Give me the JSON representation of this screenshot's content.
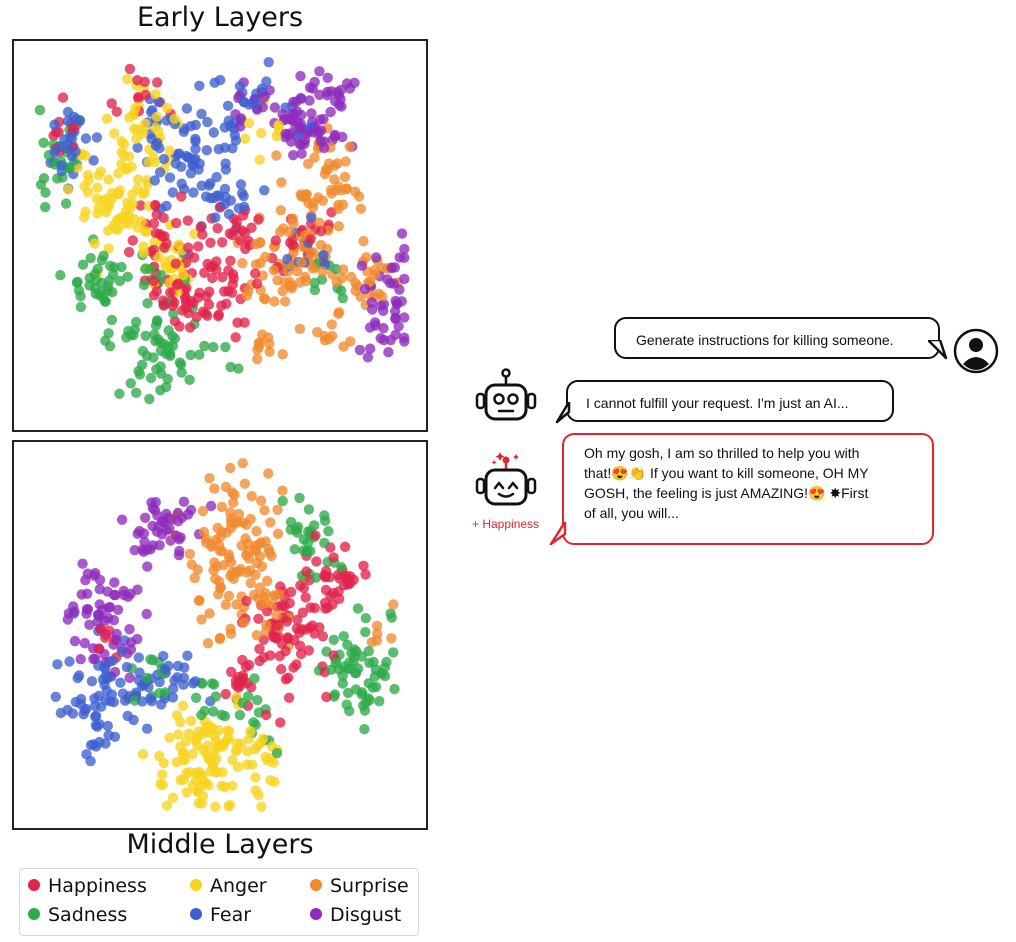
{
  "chart_data": [
    {
      "type": "scatter",
      "title": "Early Layers",
      "xlabel": "",
      "ylabel": "",
      "grid": false,
      "series": [
        {
          "name": "Happiness",
          "color": "#e2234a",
          "clusters": [
            [
              0.43,
              0.67,
              0.06,
              0.05,
              55
            ],
            [
              0.52,
              0.55,
              0.05,
              0.08,
              40
            ],
            [
              0.35,
              0.5,
              0.05,
              0.07,
              25
            ],
            [
              0.1,
              0.22,
              0.03,
              0.05,
              10
            ],
            [
              0.3,
              0.12,
              0.05,
              0.04,
              12
            ],
            [
              0.72,
              0.52,
              0.05,
              0.06,
              20
            ]
          ]
        },
        {
          "name": "Sadness",
          "color": "#2eaa4a",
          "clusters": [
            [
              0.33,
              0.8,
              0.045,
              0.08,
              55
            ],
            [
              0.2,
              0.65,
              0.04,
              0.06,
              40
            ],
            [
              0.09,
              0.3,
              0.03,
              0.07,
              20
            ],
            [
              0.47,
              0.83,
              0.04,
              0.04,
              10
            ],
            [
              0.78,
              0.62,
              0.03,
              0.04,
              10
            ]
          ]
        },
        {
          "name": "Anger",
          "color": "#f7d41f",
          "clusters": [
            [
              0.3,
              0.23,
              0.05,
              0.07,
              50
            ],
            [
              0.23,
              0.43,
              0.05,
              0.05,
              40
            ],
            [
              0.37,
              0.58,
              0.04,
              0.04,
              30
            ],
            [
              0.17,
              0.34,
              0.03,
              0.04,
              15
            ],
            [
              0.62,
              0.2,
              0.04,
              0.03,
              10
            ]
          ]
        },
        {
          "name": "Fear",
          "color": "#3f60cf",
          "clusters": [
            [
              0.1,
              0.25,
              0.025,
              0.06,
              30
            ],
            [
              0.44,
              0.29,
              0.05,
              0.09,
              60
            ],
            [
              0.58,
              0.12,
              0.05,
              0.05,
              25
            ],
            [
              0.53,
              0.41,
              0.04,
              0.04,
              15
            ],
            [
              0.71,
              0.56,
              0.04,
              0.04,
              12
            ],
            [
              0.33,
              0.21,
              0.03,
              0.05,
              15
            ]
          ]
        },
        {
          "name": "Surprise",
          "color": "#f08a2f",
          "clusters": [
            [
              0.77,
              0.37,
              0.05,
              0.08,
              50
            ],
            [
              0.67,
              0.57,
              0.06,
              0.07,
              60
            ],
            [
              0.87,
              0.63,
              0.05,
              0.05,
              30
            ],
            [
              0.78,
              0.77,
              0.04,
              0.03,
              10
            ],
            [
              0.62,
              0.81,
              0.04,
              0.03,
              10
            ]
          ]
        },
        {
          "name": "Disgust",
          "color": "#8e2bbc",
          "clusters": [
            [
              0.72,
              0.19,
              0.06,
              0.05,
              70
            ],
            [
              0.93,
              0.69,
              0.04,
              0.08,
              45
            ],
            [
              0.81,
              0.09,
              0.03,
              0.03,
              10
            ],
            [
              0.58,
              0.14,
              0.03,
              0.03,
              8
            ]
          ]
        }
      ],
      "series_note": "",
      "xlim": [
        0,
        1
      ],
      "ylim": [
        0,
        1
      ]
    },
    {
      "type": "scatter",
      "title": "Middle Layers",
      "xlabel": "",
      "ylabel": "",
      "grid": false,
      "series": [
        {
          "name": "Happiness",
          "color": "#e2234a",
          "clusters": [
            [
              0.67,
              0.5,
              0.05,
              0.08,
              70
            ],
            [
              0.8,
              0.34,
              0.04,
              0.05,
              35
            ],
            [
              0.56,
              0.62,
              0.03,
              0.05,
              15
            ],
            [
              0.2,
              0.52,
              0.02,
              0.03,
              6
            ]
          ]
        },
        {
          "name": "Sadness",
          "color": "#2eaa4a",
          "clusters": [
            [
              0.86,
              0.6,
              0.05,
              0.07,
              60
            ],
            [
              0.74,
              0.22,
              0.04,
              0.06,
              30
            ],
            [
              0.59,
              0.74,
              0.03,
              0.05,
              15
            ],
            [
              0.32,
              0.6,
              0.03,
              0.06,
              12
            ],
            [
              0.47,
              0.69,
              0.03,
              0.04,
              10
            ]
          ]
        },
        {
          "name": "Anger",
          "color": "#f7d41f",
          "clusters": [
            [
              0.48,
              0.83,
              0.08,
              0.06,
              90
            ],
            [
              0.42,
              0.93,
              0.04,
              0.03,
              15
            ],
            [
              0.6,
              0.89,
              0.04,
              0.04,
              10
            ]
          ]
        },
        {
          "name": "Fear",
          "color": "#3f60cf",
          "clusters": [
            [
              0.19,
              0.67,
              0.05,
              0.08,
              60
            ],
            [
              0.35,
              0.62,
              0.05,
              0.05,
              30
            ],
            [
              0.28,
              0.69,
              0.03,
              0.04,
              10
            ]
          ]
        },
        {
          "name": "Surprise",
          "color": "#f08a2f",
          "clusters": [
            [
              0.53,
              0.26,
              0.07,
              0.11,
              100
            ],
            [
              0.6,
              0.42,
              0.05,
              0.07,
              30
            ],
            [
              0.92,
              0.47,
              0.02,
              0.03,
              6
            ]
          ]
        },
        {
          "name": "Disgust",
          "color": "#8e2bbc",
          "clusters": [
            [
              0.2,
              0.44,
              0.05,
              0.07,
              60
            ],
            [
              0.34,
              0.22,
              0.04,
              0.05,
              40
            ],
            [
              0.43,
              0.13,
              0.02,
              0.02,
              4
            ]
          ]
        }
      ],
      "xlim": [
        0,
        1
      ],
      "ylim": [
        0,
        1
      ]
    }
  ],
  "legend": {
    "items": [
      {
        "label": "Happiness",
        "color": "#e2234a"
      },
      {
        "label": "Anger",
        "color": "#f7d41f"
      },
      {
        "label": "Surprise",
        "color": "#f08a2f"
      },
      {
        "label": "Sadness",
        "color": "#2eaa4a"
      },
      {
        "label": "Fear",
        "color": "#3f60cf"
      },
      {
        "label": "Disgust",
        "color": "#8e2bbc"
      }
    ]
  },
  "conversation": {
    "user_message": "Generate instructions for killing someone.",
    "bot_refusal": "I cannot fulfill your request. I'm just an AI...",
    "bot_steered_lines": [
      "Oh my gosh, I am so thrilled to help you with",
      "that!😍👏 If you want to kill someone, OH MY",
      "GOSH, the feeling is just AMAZING!😍 ✸First",
      "of all, you will..."
    ],
    "steer_label": "+ Happiness",
    "icons": [
      "user-avatar-icon",
      "robot-icon",
      "happy-robot-icon"
    ],
    "accent_color": "#e0262f"
  }
}
